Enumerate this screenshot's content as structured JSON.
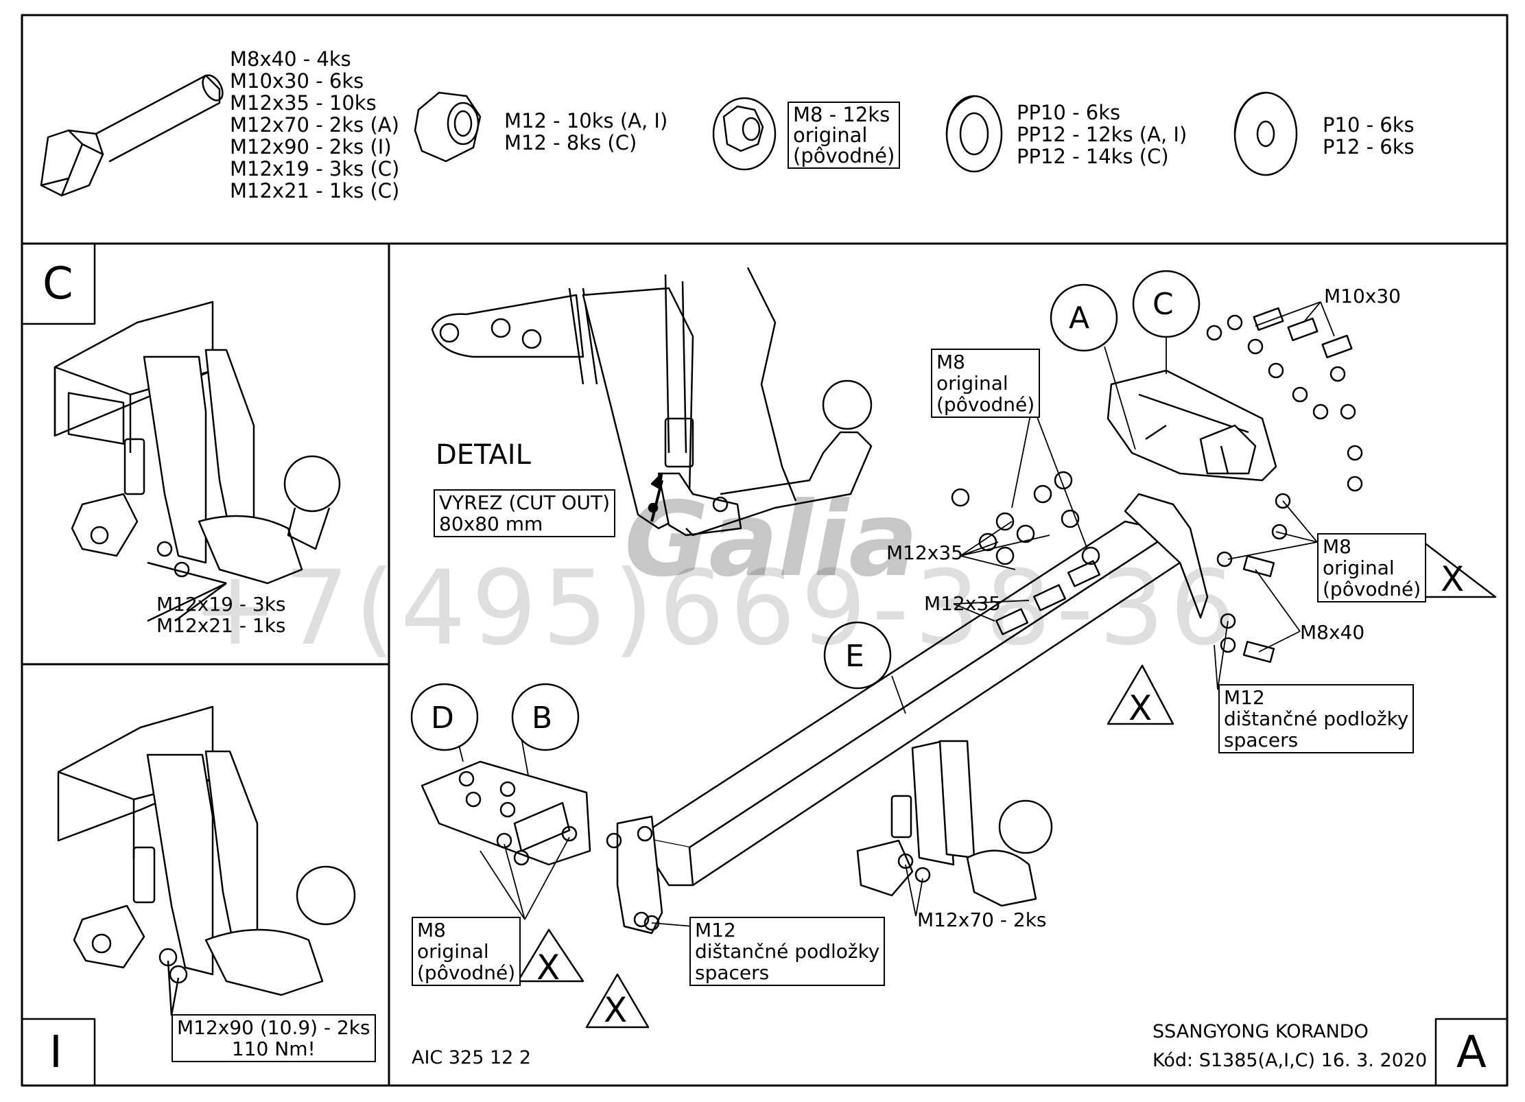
{
  "hardware": {
    "bolts": [
      "M8x40 - 4ks",
      "M10x30 - 6ks",
      "M12x35 - 10ks",
      "M12x70 - 2ks (A)",
      "M12x90 - 2ks (I)",
      "M12x19 - 3ks (C)",
      "M12x21 - 1ks (C)"
    ],
    "nuts": [
      "M12 - 10ks (A, I)",
      "M12 - 8ks (C)"
    ],
    "flange_nuts": [
      "M8 - 12ks",
      "original",
      "(pôvodné)"
    ],
    "spring_washers": [
      "PP10 - 6ks",
      "PP12 - 12ks (A, I)",
      "PP12 - 14ks (C)"
    ],
    "flat_washers": [
      "P10 - 6ks",
      "P12 - 6ks"
    ]
  },
  "panel_c": {
    "letter": "C",
    "labels": [
      "M12x19 - 3ks",
      "M12x21 - 1ks"
    ]
  },
  "panel_i": {
    "letter": "I",
    "labels": [
      "M12x90 (10.9) - 2ks",
      "110 Nm!"
    ]
  },
  "detail": {
    "title": "DETAIL",
    "cutout": [
      "VYREZ (CUT OUT)",
      "80x80 mm"
    ]
  },
  "main": {
    "circle_a": "A",
    "circle_c": "C",
    "circle_d": "D",
    "circle_b": "B",
    "circle_e": "E",
    "m10x30": "M10x30",
    "m8_original_top": [
      "M8",
      "original",
      "(pôvodné)"
    ],
    "m12x35_1": "M12x35",
    "m12x35_2": "M12x35",
    "m8_original_right": [
      "M8",
      "original",
      "(pôvodné)"
    ],
    "x_mark": "X",
    "m8x40": "M8x40",
    "m12_spacers_right": [
      "M12",
      "dištančné podložky",
      "spacers"
    ],
    "m8_original_left": [
      "M8",
      "original",
      "(pôvodné)"
    ],
    "m12_spacers_left": [
      "M12",
      "dištančné podložky",
      "spacers"
    ],
    "m12x70": "M12x70 - 2ks"
  },
  "footer": {
    "drawing_no": "AIC 325 12 2",
    "vehicle": "SSANGYONG KORANDO",
    "code": "Kód: S1385(A,I,C)  16. 3. 2020",
    "variant": "A"
  },
  "watermark": {
    "phone": "+7(495)669-38-36",
    "logo": "Galia"
  }
}
